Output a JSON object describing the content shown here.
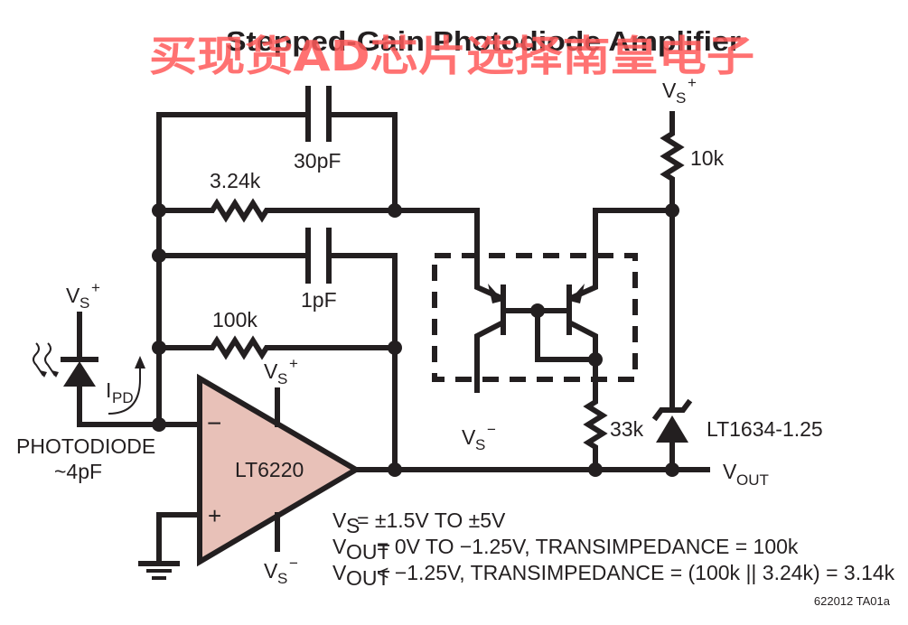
{
  "title": "Stepped-Gain Photodiode Amplifier",
  "watermark": "买现货AD芯片选择南皇电子",
  "colors": {
    "wire": "#231f20",
    "opamp_fill": "#e8c1b8",
    "watermark": "#ff5a5a"
  },
  "components": {
    "cap_30p": "30pF",
    "res_3k24": "3.24k",
    "cap_1p": "1pF",
    "res_100k": "100k",
    "res_10k": "10k",
    "res_33k": "33k",
    "reference": "LT1634-1.25",
    "opamp": "LT6220",
    "photodiode": "PHOTODIODE",
    "photodiode_cap": "~4pF"
  },
  "labels": {
    "vs": "V",
    "vs_sub": "S",
    "plus": "+",
    "minus": "−",
    "ipd_main": "I",
    "ipd_sub": "PD",
    "vout_main": "V",
    "vout_sub": "OUT",
    "opamp_minus": "−",
    "opamp_plus": "+"
  },
  "notes": [
    {
      "main": "V",
      "sub": "S",
      "text": " = ±1.5V TO ±5V"
    },
    {
      "main": "V",
      "sub": "OUT",
      "text": " = 0V TO −1.25V, TRANSIMPEDANCE = 100k"
    },
    {
      "main": "V",
      "sub": "OUT",
      "text": " < −1.25V, TRANSIMPEDANCE = (100k || 3.24k) = 3.14k"
    }
  ],
  "figure_id": "622012 TA01a"
}
